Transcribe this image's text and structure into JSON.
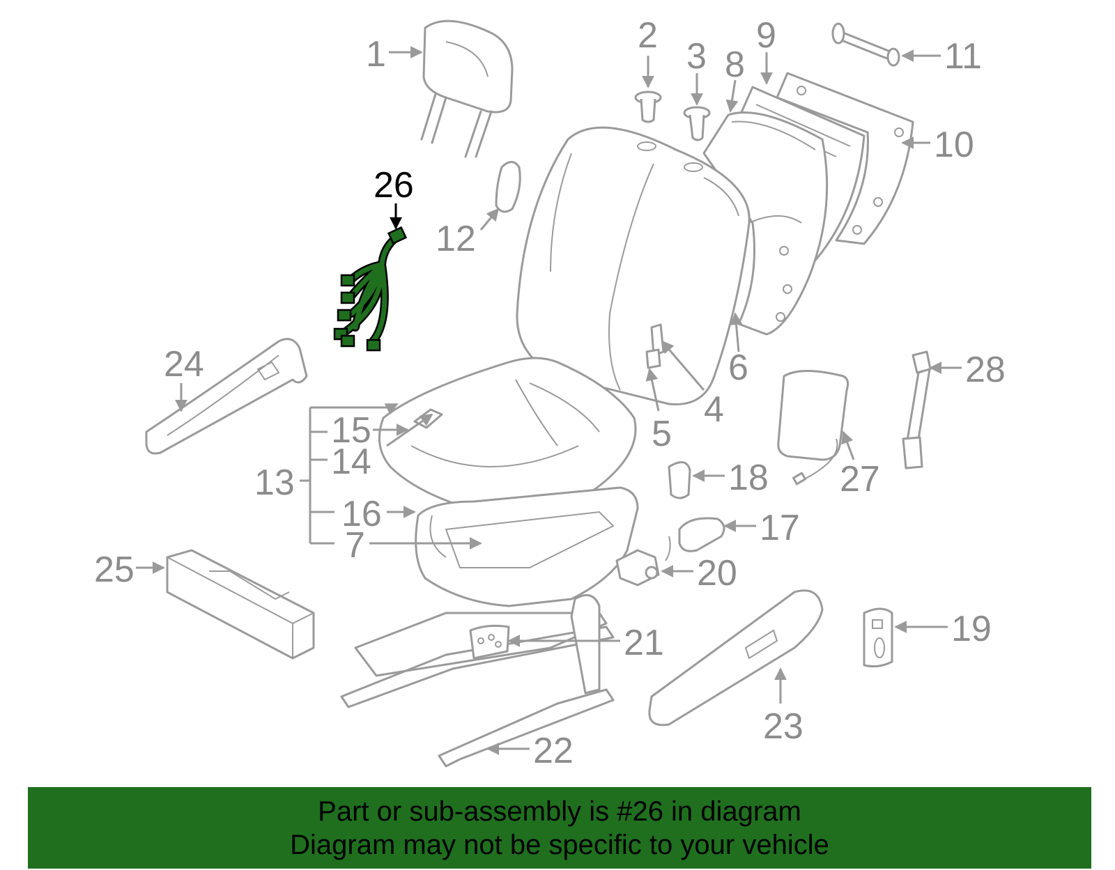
{
  "colors": {
    "highlight": "#1f6f1f",
    "line": "#9a9a9a",
    "label": "#8c8c8c",
    "banner": "#1f6f1f"
  },
  "callouts": {
    "n1": "1",
    "n2": "2",
    "n3": "3",
    "n4": "4",
    "n5": "5",
    "n6": "6",
    "n7": "7",
    "n8": "8",
    "n9": "9",
    "n10": "10",
    "n11": "11",
    "n12": "12",
    "n13": "13",
    "n14": "14",
    "n15": "15",
    "n16": "16",
    "n17": "17",
    "n18": "18",
    "n19": "19",
    "n20": "20",
    "n21": "21",
    "n22": "22",
    "n23": "23",
    "n24": "24",
    "n25": "25",
    "n26": "26",
    "n27": "27",
    "n28": "28"
  },
  "highlighted_part": "26",
  "banner": {
    "line1": "Part or sub-assembly is #26 in diagram",
    "line2": "Diagram may not be specific to your vehicle"
  }
}
